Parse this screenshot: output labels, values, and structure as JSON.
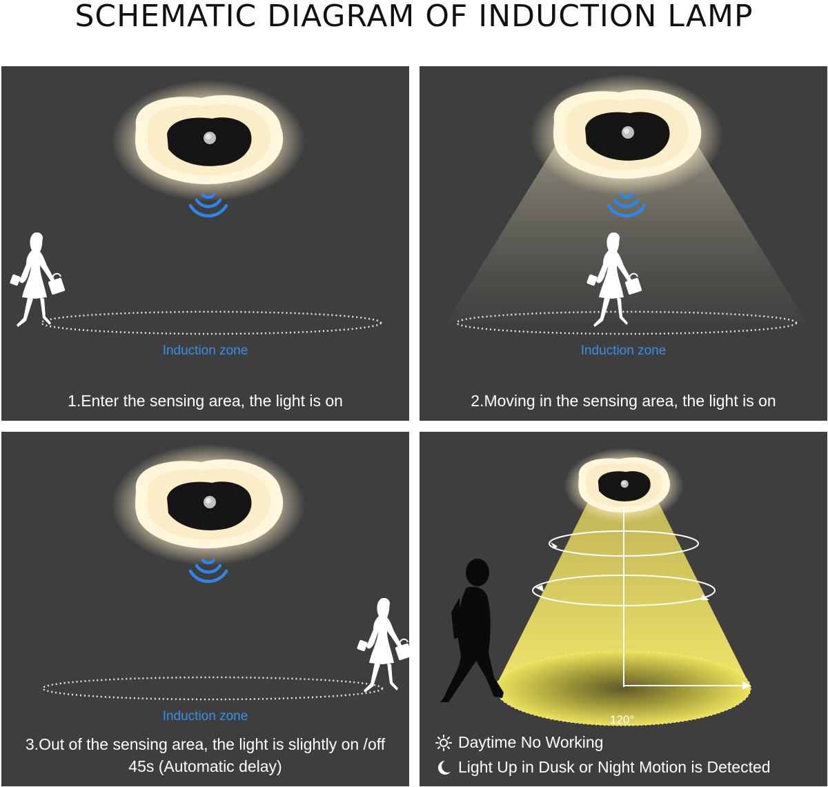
{
  "title": "SCHEMATIC DIAGRAM OF INDUCTION LAMP",
  "colors": {
    "panel_bg": "#3e3e3e",
    "signal_blue": "#2f86ea",
    "zone_label": "#3b8fe8",
    "beam_yellow": "#e8e05a",
    "lamp_glow": "#fff4d6"
  },
  "panels": [
    {
      "zone_label": "Induction zone",
      "caption": "1.Enter the sensing area, the light is on"
    },
    {
      "zone_label": "Induction zone",
      "caption": "2.Moving in the sensing area, the light is on"
    },
    {
      "zone_label": "Induction zone",
      "caption_line1": "3.Out of the sensing area, the light is slightly on /off",
      "caption_line2": "45s (Automatic delay)"
    },
    {
      "angle_label": "120°",
      "legend": [
        {
          "icon": "sun-icon",
          "text": "Daytime No Working"
        },
        {
          "icon": "moon-icon",
          "text": "Light Up in Dusk or Night Motion is Detected"
        }
      ]
    }
  ]
}
